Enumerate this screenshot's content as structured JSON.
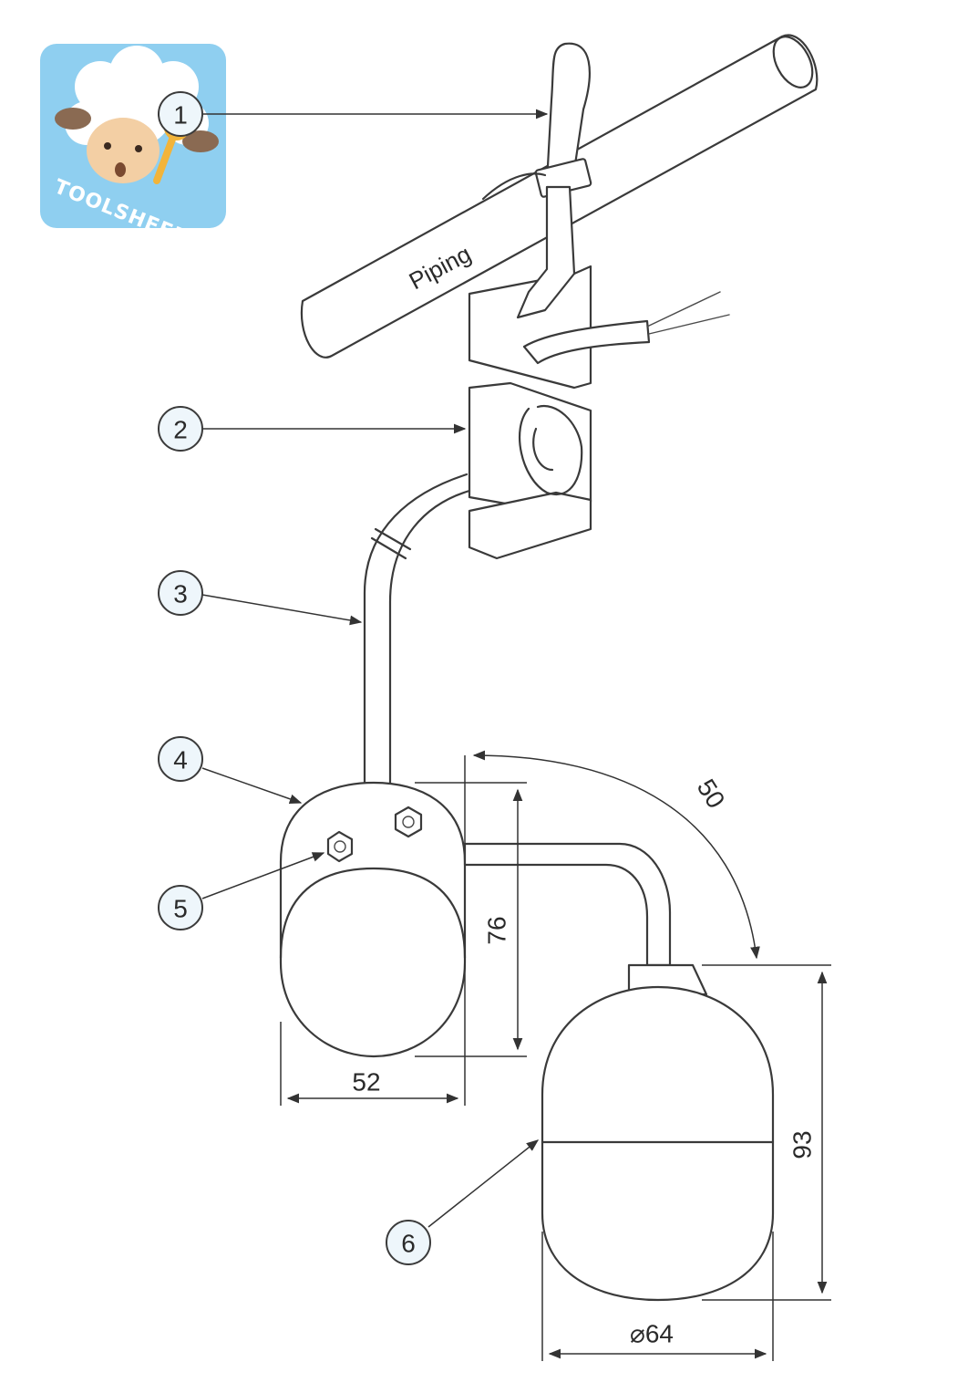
{
  "logo": {
    "text": "TOOLSHEEP",
    "bg_color": "#8fcff0"
  },
  "labels": {
    "piping": "Piping"
  },
  "callouts": [
    {
      "number": "1"
    },
    {
      "number": "2"
    },
    {
      "number": "3"
    },
    {
      "number": "4"
    },
    {
      "number": "5"
    },
    {
      "number": "6"
    }
  ],
  "dimensions": {
    "switch_height": "76",
    "switch_width": "52",
    "weight_height": "93",
    "weight_diameter": "⌀64",
    "angle_offset": "50"
  },
  "colors": {
    "ink": "#3a3a3a",
    "callout_fill": "#eef6fb"
  }
}
